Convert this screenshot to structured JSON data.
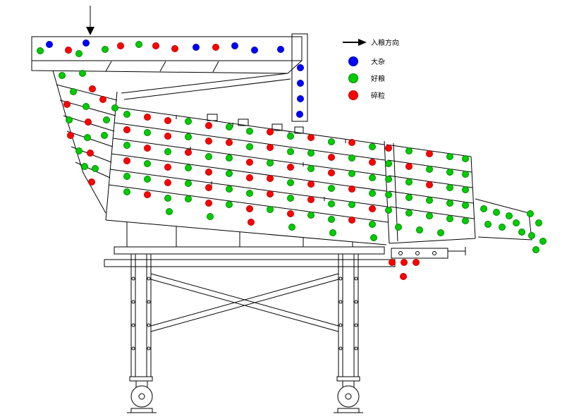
{
  "legend": {
    "items": [
      {
        "label": "入粮方向",
        "type": "arrow"
      },
      {
        "label": "大杂",
        "color_key": "b"
      },
      {
        "label": "好粮",
        "color_key": "g"
      },
      {
        "label": "碎粒",
        "color_key": "r"
      }
    ]
  },
  "colors": {
    "b": {
      "fill": "#0000ff",
      "stroke": "#0000bb"
    },
    "g": {
      "fill": "#00cc00",
      "stroke": "#008800"
    },
    "r": {
      "fill": "#ff0000",
      "stroke": "#bb0000"
    }
  },
  "dot_radius": 4.5,
  "dots": [
    [
      57,
      72,
      "g"
    ],
    [
      70,
      63,
      "b"
    ],
    [
      97,
      71,
      "r"
    ],
    [
      112,
      76,
      "g"
    ],
    [
      122,
      61,
      "b"
    ],
    [
      149,
      70,
      "g"
    ],
    [
      171,
      65,
      "r"
    ],
    [
      197,
      63,
      "g"
    ],
    [
      221,
      65,
      "r"
    ],
    [
      248,
      69,
      "r"
    ],
    [
      278,
      67,
      "b"
    ],
    [
      306,
      67,
      "r"
    ],
    [
      333,
      65,
      "b"
    ],
    [
      361,
      71,
      "b"
    ],
    [
      398,
      70,
      "b"
    ],
    [
      426,
      96,
      "b"
    ],
    [
      426,
      118,
      "b"
    ],
    [
      426,
      140,
      "b"
    ],
    [
      425,
      162,
      "b"
    ],
    [
      88,
      107,
      "g"
    ],
    [
      117,
      104,
      "g"
    ],
    [
      104,
      130,
      "g"
    ],
    [
      131,
      126,
      "r"
    ],
    [
      95,
      148,
      "r"
    ],
    [
      122,
      151,
      "g"
    ],
    [
      146,
      141,
      "r"
    ],
    [
      163,
      153,
      "g"
    ],
    [
      98,
      170,
      "g"
    ],
    [
      125,
      173,
      "r"
    ],
    [
      151,
      170,
      "g"
    ],
    [
      100,
      192,
      "r"
    ],
    [
      124,
      195,
      "g"
    ],
    [
      148,
      192,
      "g"
    ],
    [
      112,
      214,
      "g"
    ],
    [
      128,
      217,
      "r"
    ],
    [
      120,
      236,
      "g"
    ],
    [
      135,
      239,
      "g"
    ],
    [
      130,
      258,
      "r"
    ],
    [
      180,
      162,
      "g"
    ],
    [
      209,
      166,
      "r"
    ],
    [
      238,
      171,
      "r"
    ],
    [
      267,
      172,
      "g"
    ],
    [
      296,
      178,
      "r"
    ],
    [
      325,
      180,
      "g"
    ],
    [
      354,
      186,
      "g"
    ],
    [
      383,
      187,
      "r"
    ],
    [
      412,
      193,
      "g"
    ],
    [
      441,
      195,
      "r"
    ],
    [
      470,
      201,
      "g"
    ],
    [
      499,
      202,
      "r"
    ],
    [
      528,
      208,
      "g"
    ],
    [
      180,
      184,
      "r"
    ],
    [
      209,
      188,
      "g"
    ],
    [
      238,
      193,
      "r"
    ],
    [
      267,
      194,
      "g"
    ],
    [
      296,
      200,
      "r"
    ],
    [
      325,
      202,
      "r"
    ],
    [
      354,
      208,
      "g"
    ],
    [
      383,
      209,
      "r"
    ],
    [
      412,
      215,
      "g"
    ],
    [
      441,
      217,
      "g"
    ],
    [
      470,
      223,
      "r"
    ],
    [
      499,
      224,
      "g"
    ],
    [
      528,
      230,
      "r"
    ],
    [
      180,
      206,
      "g"
    ],
    [
      209,
      210,
      "r"
    ],
    [
      238,
      215,
      "g"
    ],
    [
      267,
      216,
      "r"
    ],
    [
      296,
      222,
      "g"
    ],
    [
      325,
      224,
      "g"
    ],
    [
      354,
      230,
      "r"
    ],
    [
      383,
      231,
      "g"
    ],
    [
      412,
      237,
      "r"
    ],
    [
      441,
      239,
      "g"
    ],
    [
      470,
      245,
      "r"
    ],
    [
      499,
      246,
      "g"
    ],
    [
      528,
      252,
      "g"
    ],
    [
      180,
      228,
      "r"
    ],
    [
      209,
      232,
      "g"
    ],
    [
      238,
      237,
      "r"
    ],
    [
      267,
      238,
      "g"
    ],
    [
      296,
      244,
      "r"
    ],
    [
      325,
      246,
      "g"
    ],
    [
      354,
      252,
      "r"
    ],
    [
      383,
      253,
      "r"
    ],
    [
      412,
      259,
      "g"
    ],
    [
      441,
      261,
      "r"
    ],
    [
      470,
      267,
      "g"
    ],
    [
      499,
      268,
      "r"
    ],
    [
      528,
      274,
      "g"
    ],
    [
      180,
      250,
      "g"
    ],
    [
      209,
      254,
      "g"
    ],
    [
      238,
      259,
      "r"
    ],
    [
      267,
      260,
      "g"
    ],
    [
      296,
      266,
      "r"
    ],
    [
      325,
      268,
      "g"
    ],
    [
      354,
      274,
      "g"
    ],
    [
      383,
      275,
      "r"
    ],
    [
      412,
      281,
      "g"
    ],
    [
      441,
      283,
      "r"
    ],
    [
      470,
      289,
      "g"
    ],
    [
      499,
      290,
      "g"
    ],
    [
      528,
      296,
      "r"
    ],
    [
      180,
      272,
      "g"
    ],
    [
      209,
      276,
      "r"
    ],
    [
      238,
      281,
      "g"
    ],
    [
      267,
      282,
      "g"
    ],
    [
      296,
      288,
      "r"
    ],
    [
      325,
      290,
      "g"
    ],
    [
      354,
      296,
      "r"
    ],
    [
      383,
      297,
      "g"
    ],
    [
      412,
      303,
      "r"
    ],
    [
      441,
      305,
      "g"
    ],
    [
      470,
      311,
      "g"
    ],
    [
      499,
      312,
      "r"
    ],
    [
      528,
      318,
      "g"
    ],
    [
      240,
      300,
      "g"
    ],
    [
      298,
      307,
      "g"
    ],
    [
      356,
      315,
      "r"
    ],
    [
      414,
      322,
      "g"
    ],
    [
      472,
      330,
      "g"
    ],
    [
      530,
      337,
      "g"
    ],
    [
      551,
      210,
      "r"
    ],
    [
      580,
      214,
      "g"
    ],
    [
      609,
      218,
      "r"
    ],
    [
      638,
      222,
      "g"
    ],
    [
      660,
      225,
      "g"
    ],
    [
      551,
      232,
      "g"
    ],
    [
      580,
      236,
      "r"
    ],
    [
      609,
      240,
      "g"
    ],
    [
      638,
      244,
      "g"
    ],
    [
      660,
      247,
      "g"
    ],
    [
      551,
      254,
      "g"
    ],
    [
      580,
      258,
      "g"
    ],
    [
      609,
      262,
      "r"
    ],
    [
      638,
      266,
      "g"
    ],
    [
      660,
      269,
      "g"
    ],
    [
      551,
      276,
      "g"
    ],
    [
      580,
      280,
      "g"
    ],
    [
      609,
      284,
      "g"
    ],
    [
      638,
      288,
      "g"
    ],
    [
      660,
      291,
      "g"
    ],
    [
      551,
      298,
      "g"
    ],
    [
      580,
      302,
      "g"
    ],
    [
      609,
      306,
      "g"
    ],
    [
      638,
      310,
      "g"
    ],
    [
      660,
      313,
      "g"
    ],
    [
      565,
      322,
      "g"
    ],
    [
      595,
      326,
      "g"
    ],
    [
      625,
      330,
      "g"
    ],
    [
      686,
      296,
      "g"
    ],
    [
      704,
      301,
      "g"
    ],
    [
      722,
      306,
      "g"
    ],
    [
      692,
      318,
      "g"
    ],
    [
      712,
      322,
      "g"
    ],
    [
      732,
      316,
      "g"
    ],
    [
      740,
      329,
      "g"
    ],
    [
      752,
      303,
      "g"
    ],
    [
      764,
      316,
      "g"
    ],
    [
      754,
      334,
      "g"
    ],
    [
      770,
      342,
      "g"
    ],
    [
      760,
      354,
      "g"
    ],
    [
      556,
      372,
      "r"
    ],
    [
      573,
      372,
      "r"
    ],
    [
      590,
      372,
      "r"
    ],
    [
      572,
      392,
      "r"
    ]
  ]
}
